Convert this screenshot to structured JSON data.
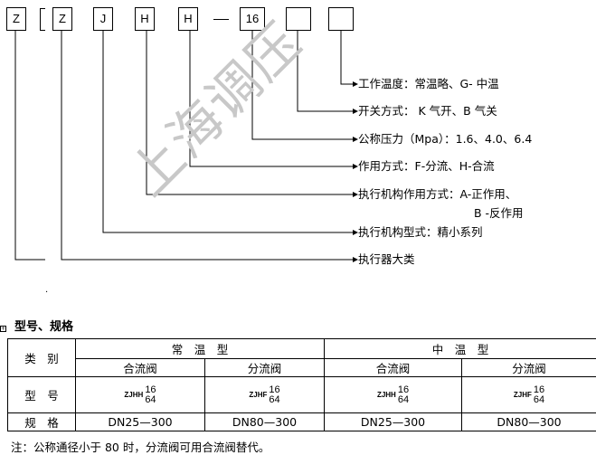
{
  "code_boxes": [
    "Z",
    "Z",
    "J",
    "H",
    "H",
    "16",
    "",
    ""
  ],
  "descriptions": [
    "工作温度：常温略、G- 中温",
    "开关方式： K 气开、B 气关",
    "公称压力（Mpa）：1.6、4.0、6.4",
    "作用方式：F-分流、H-合流",
    "执行机构作用方式：A-正作用、",
    "B -反作用",
    "执行机构型式：精小系列",
    "执行器大类"
  ],
  "watermark": "上海调压",
  "section_title": "型号、规格",
  "table": {
    "category_label": "类　别",
    "groups": [
      "常　温　型",
      "中　温　型"
    ],
    "subheaders": [
      "合流阀",
      "分流阀",
      "合流阀",
      "分流阀"
    ],
    "model_label": "型　号",
    "models": [
      {
        "code": "ZJHH",
        "top": "16",
        "bottom": "64"
      },
      {
        "code": "ZJHF",
        "top": "16",
        "bottom": "64"
      },
      {
        "code": "ZJHH",
        "top": "16",
        "bottom": "64"
      },
      {
        "code": "ZJHF",
        "top": "16",
        "bottom": "64"
      }
    ],
    "spec_label": "规　格",
    "specs": [
      "DN25—300",
      "DN80—300",
      "DN25—300",
      "DN80—300"
    ]
  },
  "note": "注：公称通径小于 80 时，分流阀可用合流阀替代。"
}
